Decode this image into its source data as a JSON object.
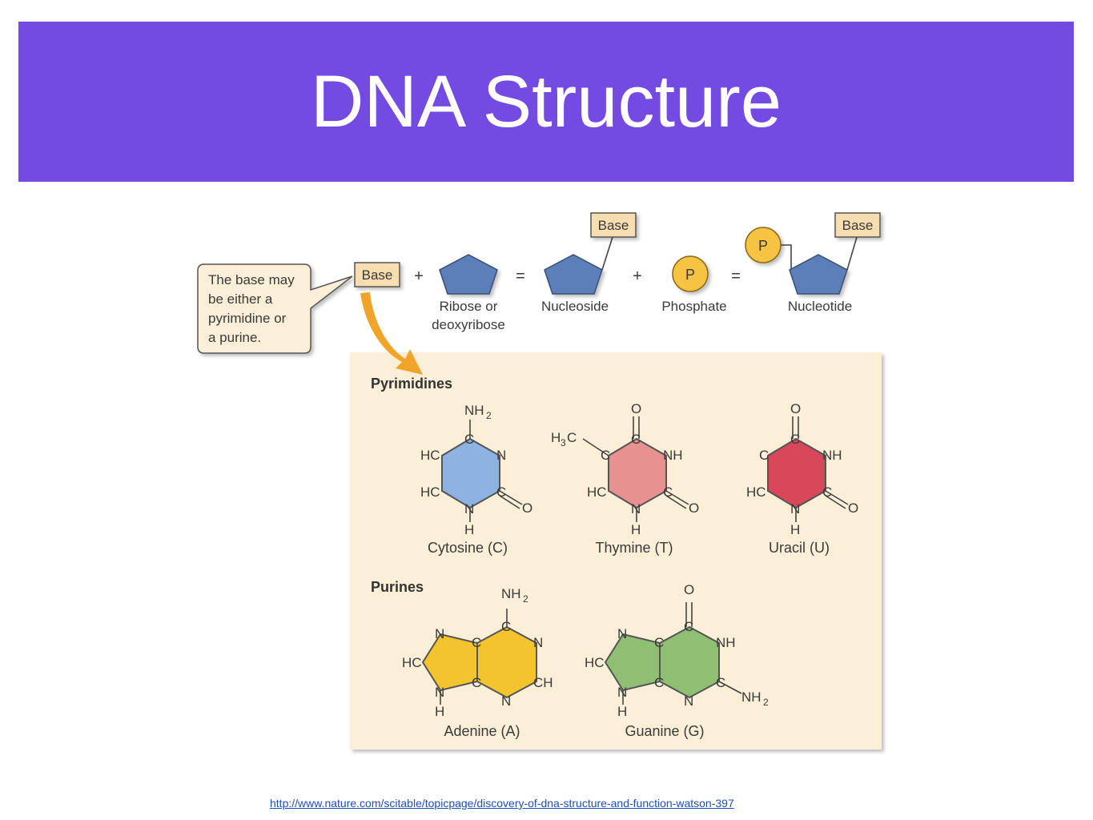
{
  "slide": {
    "title": "DNA Structure",
    "source_url": "http://www.nature.com/scitable/topicpage/discovery-of-dna-structure-and-function-watson-397"
  },
  "callout": {
    "line1": "The base may",
    "line2": "be either a",
    "line3": "pyrimidine or",
    "line4": "a purine."
  },
  "equation": {
    "base_label": "Base",
    "plus": "+",
    "equals": "=",
    "ribose_line1": "Ribose or",
    "ribose_line2": "deoxyribose",
    "nucleoside": "Nucleoside",
    "phosphate": "Phosphate",
    "nucleotide": "Nucleotide",
    "p_symbol": "P"
  },
  "panel": {
    "pyrimidines_heading": "Pyrimidines",
    "purines_heading": "Purines",
    "cytosine": "Cytosine (C)",
    "thymine": "Thymine (T)",
    "uracil": "Uracil (U)",
    "adenine": "Adenine (A)",
    "guanine": "Guanine (G)"
  },
  "atoms": {
    "C": "C",
    "N": "N",
    "O": "O",
    "H": "H",
    "HC": "HC",
    "NH": "NH",
    "CH": "CH",
    "NH2_main": "NH",
    "sub2": "2",
    "H3C_h": "H",
    "H3C_3": "3",
    "H3C_c": "C"
  },
  "colors": {
    "title_bg": "#734be3",
    "sugar": "#5b7fb9",
    "base_box": "#f7deb0",
    "phosphate": "#f6c443",
    "panel_bg": "#fbefd8",
    "arrow": "#f0a52a",
    "cytosine": "#8db3e2",
    "thymine": "#e89191",
    "uracil": "#d9485a",
    "adenine": "#f3c42e",
    "guanine": "#8fbf73"
  }
}
